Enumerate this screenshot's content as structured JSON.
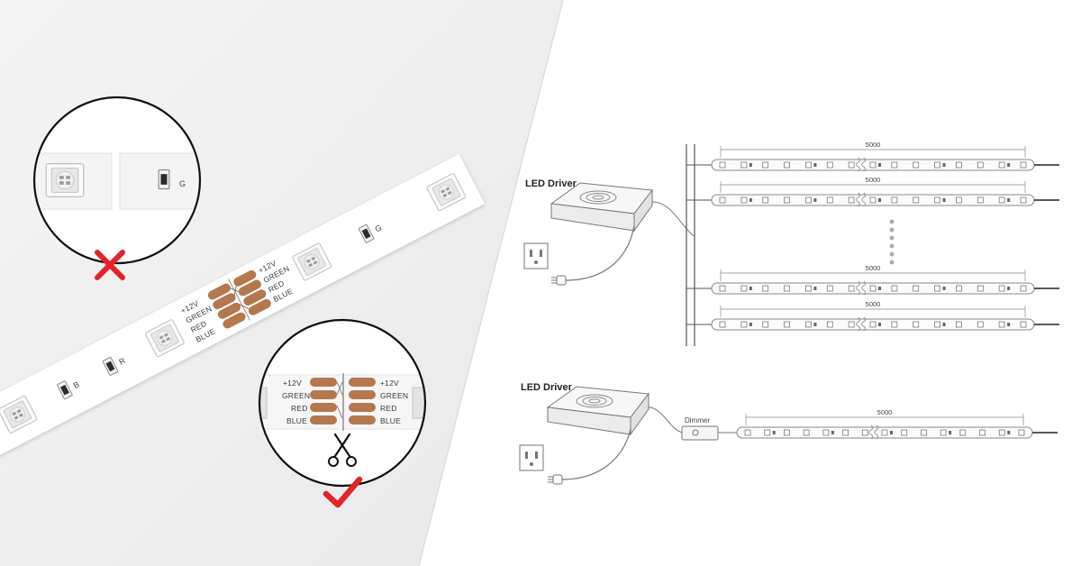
{
  "pads": {
    "v12": "+12V",
    "green": "GREEN",
    "red": "RED",
    "blue": "BLUE"
  },
  "channel_marks": {
    "g": "G",
    "r": "R",
    "b": "B"
  },
  "wiring": {
    "driver_label": "LED Driver",
    "dimmer_label": "Dimmer",
    "segment_length": "5000"
  },
  "colors": {
    "copper": "#b5774d",
    "wrong": "#e0242a",
    "right": "#e0242a",
    "strip": "#ffffff",
    "line": "#555555"
  },
  "icons": {
    "wrong_cut": "cross-icon",
    "right_cut": "check-icon",
    "tool": "scissors-icon",
    "outlet": "power-outlet-icon",
    "plug": "power-plug-icon"
  }
}
